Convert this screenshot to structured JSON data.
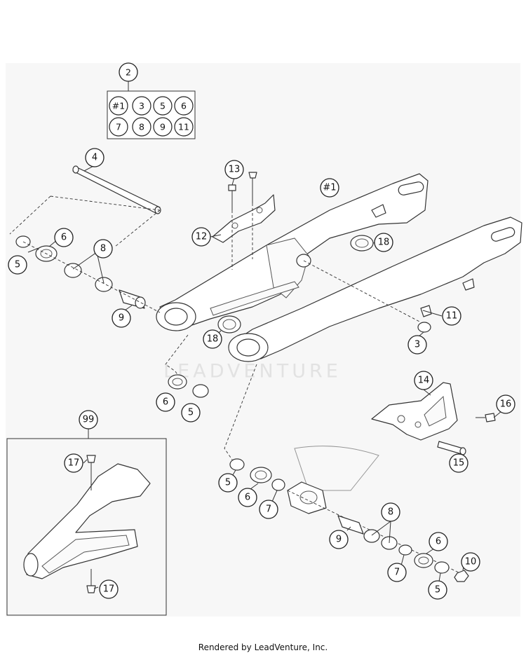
{
  "watermark": "LEADVENTURE",
  "footer": "Rendered by LeadVenture, Inc.",
  "kit": {
    "label": "2",
    "items": [
      "#1",
      "3",
      "5",
      "6",
      "7",
      "8",
      "9",
      "11"
    ]
  },
  "callouts": [
    {
      "id": "c-4",
      "label": "4"
    },
    {
      "id": "c-13",
      "label": "13"
    },
    {
      "id": "c-h1",
      "label": "#1"
    },
    {
      "id": "c-12",
      "label": "12"
    },
    {
      "id": "c-6a",
      "label": "6"
    },
    {
      "id": "c-5a",
      "label": "5"
    },
    {
      "id": "c-8a",
      "label": "8"
    },
    {
      "id": "c-18a",
      "label": "18"
    },
    {
      "id": "c-9a",
      "label": "9"
    },
    {
      "id": "c-11",
      "label": "11"
    },
    {
      "id": "c-18b",
      "label": "18"
    },
    {
      "id": "c-3",
      "label": "3"
    },
    {
      "id": "c-6b",
      "label": "6"
    },
    {
      "id": "c-5b",
      "label": "5"
    },
    {
      "id": "c-14",
      "label": "14"
    },
    {
      "id": "c-16",
      "label": "16"
    },
    {
      "id": "c-99",
      "label": "99"
    },
    {
      "id": "c-15",
      "label": "15"
    },
    {
      "id": "c-17a",
      "label": "17"
    },
    {
      "id": "c-5c",
      "label": "5"
    },
    {
      "id": "c-6c",
      "label": "6"
    },
    {
      "id": "c-7a",
      "label": "7"
    },
    {
      "id": "c-8b",
      "label": "8"
    },
    {
      "id": "c-9b",
      "label": "9"
    },
    {
      "id": "c-6d",
      "label": "6"
    },
    {
      "id": "c-10",
      "label": "10"
    },
    {
      "id": "c-7b",
      "label": "7"
    },
    {
      "id": "c-5d",
      "label": "5"
    },
    {
      "id": "c-17b",
      "label": "17"
    }
  ]
}
